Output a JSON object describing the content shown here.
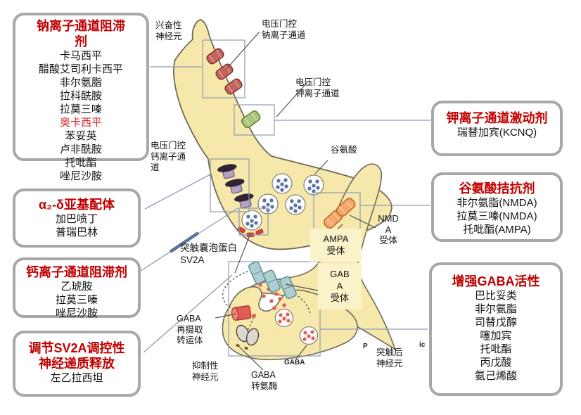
{
  "left_boxes": [
    {
      "id": "sodium-channel-blockers",
      "title": [
        "钠离子通道阻滞",
        "剂"
      ],
      "items": [
        "卡马西平",
        "醋酸艾司利卡西平",
        "非尔氨脂",
        "拉科酰胺",
        "拉莫三嗪",
        "奥卡西平",
        "苯妥英",
        "卢非酰胺",
        "托吡酯",
        "唑尼沙胺"
      ],
      "highlighted_item": "奥卡西平"
    },
    {
      "id": "alpha2-delta-ligands",
      "title": [
        "α₂-δ亚基配体"
      ],
      "items": [
        "加巴喷丁",
        "普瑞巴林"
      ]
    },
    {
      "id": "calcium-channel-blockers",
      "title": [
        "钙离子通道阻滞剂"
      ],
      "items": [
        "乙琥胺",
        "拉莫三嗪",
        "唑尼沙胺"
      ]
    },
    {
      "id": "sv2a-modulators",
      "title": [
        "调节SV2A调控性",
        "神经递质释放"
      ],
      "items": [
        "左乙拉西坦"
      ]
    }
  ],
  "right_boxes": [
    {
      "id": "potassium-channel-activators",
      "title": [
        "钾离子通道激动剂"
      ],
      "items": [
        "瑞替加宾(KCNQ)"
      ]
    },
    {
      "id": "glutamate-antagonists",
      "title": [
        "谷氨酸拮抗剂"
      ],
      "items": [
        "非尔氨脂(NMDA)",
        "拉莫三嗪(NMDA)",
        "托吡酯(AMPA)"
      ]
    },
    {
      "id": "gaba-enhancers",
      "title": [
        "增强GABA活性"
      ],
      "items": [
        "巴比妥类",
        "非尔氨脂",
        "司替戊醇",
        "噻加宾",
        "托吡酯",
        "丙戊酸",
        "氨己烯酸"
      ]
    }
  ],
  "diagram_labels": {
    "excitatory_neuron": [
      "兴奋性",
      "神经元"
    ],
    "vg_sodium_channel": [
      "电压门控",
      "钠离子通道"
    ],
    "vg_potassium_channel": [
      "电压门控",
      "钾离子通道"
    ],
    "vg_calcium_channel": [
      "电压门控",
      "钙离子通",
      "道"
    ],
    "glutamate": [
      "谷氨酸"
    ],
    "sv2a_protein": [
      "突触囊泡蛋白",
      "SV2A"
    ],
    "nmda_receptor": [
      "NMD",
      "A",
      "受体"
    ],
    "ampa_receptor": [
      "AMPA",
      "受体"
    ],
    "gaba_receptor": [
      "GAB",
      "A",
      "受体"
    ],
    "gaba_reuptake_transporter": [
      "GABA",
      "再摄取",
      "转运体"
    ],
    "inhibitory_neuron": [
      "抑制性",
      "神经元"
    ],
    "gaba_transaminase": [
      "GABA",
      "转氨酶"
    ],
    "gaba_small": [
      "GABA"
    ],
    "postsynaptic_neuron": [
      "突触后",
      "神经元"
    ],
    "p_fragment": [
      "P"
    ],
    "ic_fragment": [
      "ic"
    ]
  },
  "colors": {
    "box_border": "#A8A8A8",
    "title_red": "#C00000",
    "highlight_red": "#D92B2B",
    "neuron_fill": "#F6E7AA",
    "neuron_outline": "#6E6A5A",
    "connector_line": "#8C9BB5",
    "sodium_channel": "#C4645E",
    "potassium_channel": "#ABC57D",
    "calcium_channel": "#B5A3C4",
    "glutamate_receptor": "#F4A76B",
    "gaba_receptor": "#ADCFD2",
    "gaba_dot": "#E25B55",
    "vesicle_dot": "#5B74A8",
    "label_box_fill": "#FAF2C8"
  }
}
